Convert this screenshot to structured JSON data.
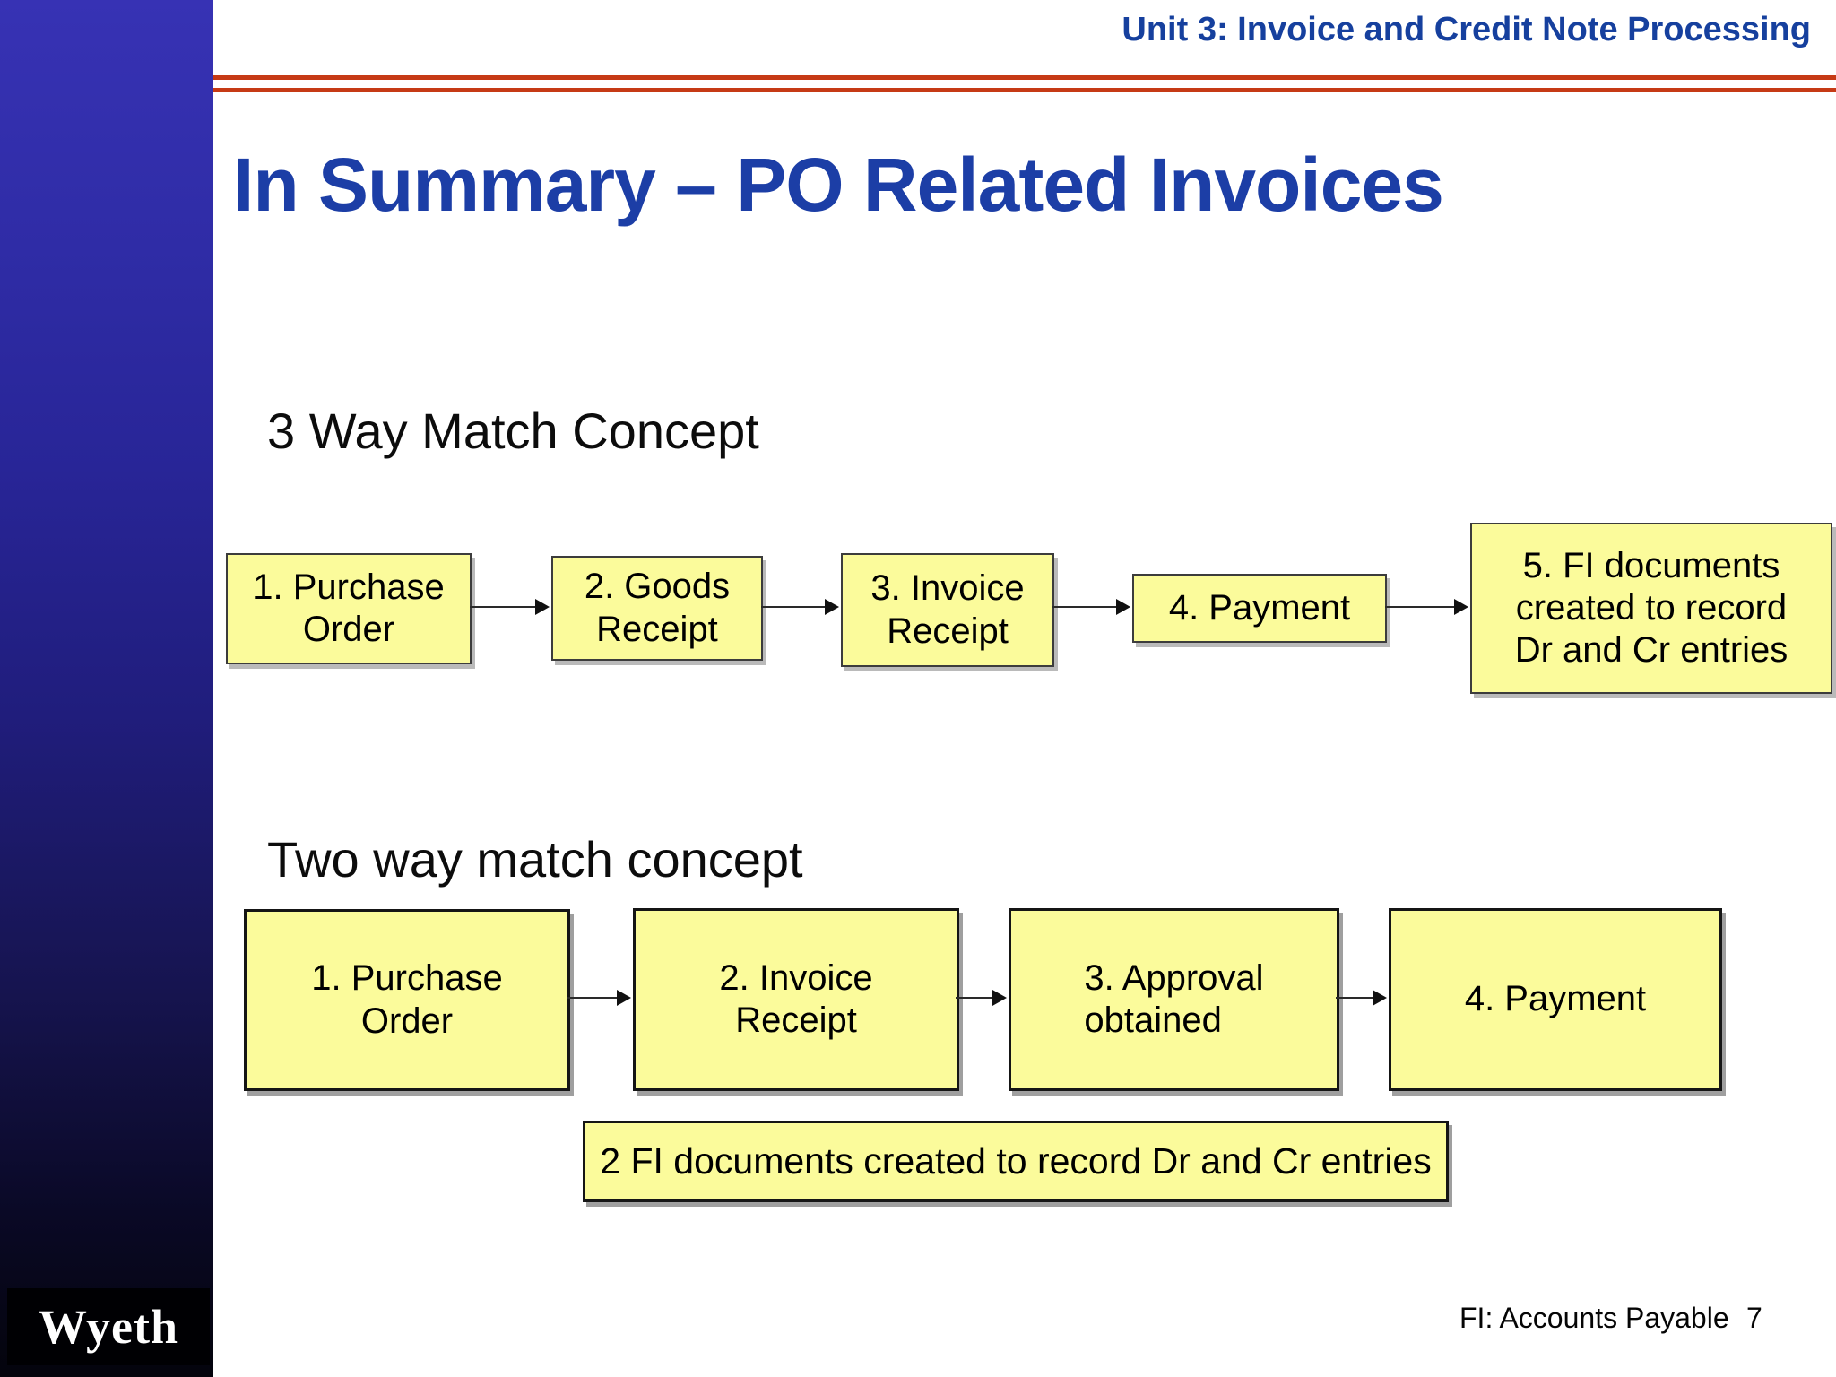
{
  "header": {
    "unit_title": "Unit 3: Invoice and Credit Note Processing"
  },
  "title": "In Summary – PO Related Invoices",
  "three_way": {
    "heading": "3 Way Match Concept",
    "steps": [
      {
        "label": "1. Purchase\nOrder"
      },
      {
        "label": "2. Goods\nReceipt"
      },
      {
        "label": "3. Invoice\nReceipt"
      },
      {
        "label": "4. Payment"
      },
      {
        "label": "5. FI documents\ncreated to record\nDr and Cr entries"
      }
    ]
  },
  "two_way": {
    "heading": "Two way match concept",
    "steps": [
      {
        "label": "1. Purchase\nOrder"
      },
      {
        "label": "2. Invoice\nReceipt"
      },
      {
        "label": "3. Approval\nobtained"
      },
      {
        "label": "4. Payment"
      }
    ],
    "note": "2 FI documents created to record Dr and Cr entries"
  },
  "footer": {
    "course": "FI: Accounts Payable",
    "page": "7"
  },
  "logo": {
    "text": "Wyeth"
  },
  "colors": {
    "accent_blue": "#1c3ea6",
    "divider_red": "#c63a15",
    "box_yellow": "#fbfb9b",
    "sidebar_top": "#3732b4",
    "sidebar_bottom": "#04040c"
  }
}
